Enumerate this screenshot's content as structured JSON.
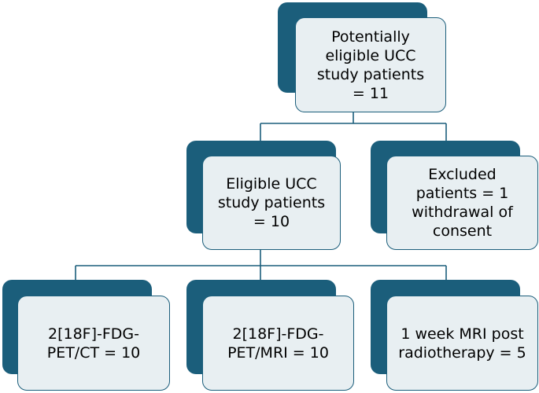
{
  "colors": {
    "dark": "#1b5e7b",
    "light": "#e8eff2",
    "connector": "#1b5e7b"
  },
  "diagram": {
    "root": {
      "label": "Potentially eligible UCC study patients = 11"
    },
    "eligible": {
      "label": "Eligible UCC study patients = 10"
    },
    "excluded": {
      "label": "Excluded patients = 1 withdrawal of consent"
    },
    "pet_ct": {
      "label": "2[18F]-FDG-PET/CT = 10"
    },
    "pet_mri": {
      "label": "2[18F]-FDG-PET/MRI = 10"
    },
    "mri_post": {
      "label": "1 week MRI post radiotherapy = 5"
    }
  }
}
